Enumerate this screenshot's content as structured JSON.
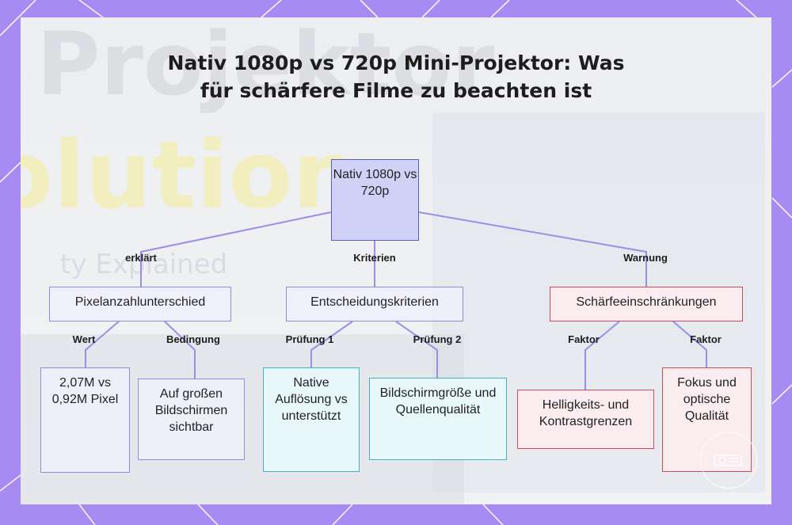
{
  "title": "Nativ 1080p vs 720p Mini-Projektor: Was für schärfere Filme zu beachten ist",
  "background_watermark": [
    "Projektor",
    "olution",
    "ty Explained"
  ],
  "colors": {
    "frame": "#a78bf2",
    "root_fill": "#cfd2f6",
    "purple_border": "#8a90d8",
    "cyan_border": "#3fb2c4",
    "red_border": "#cc4c55",
    "connector": "#9f8ce8"
  },
  "diagram": {
    "root": {
      "text": "Nativ 1080p vs 720p"
    },
    "branches": [
      {
        "edge_label": "erklärt",
        "node": "Pixelanzahlunterschied",
        "children": [
          {
            "edge_label": "Wert",
            "node": "2,07M vs 0,92M Pixel"
          },
          {
            "edge_label": "Bedingung",
            "node": "Auf großen Bildschirmen sichtbar"
          }
        ]
      },
      {
        "edge_label": "Kriterien",
        "node": "Entscheidungskriterien",
        "children": [
          {
            "edge_label": "Prüfung 1",
            "node": "Native Auflösung vs unterstützt"
          },
          {
            "edge_label": "Prüfung 2",
            "node": "Bildschirmgröße und Quellenqualität"
          }
        ]
      },
      {
        "edge_label": "Warnung",
        "node": "Schärfeeinschränkungen",
        "children": [
          {
            "edge_label": "Faktor",
            "node": "Helligkeits- und Kontrastgrenzen"
          },
          {
            "edge_label": "Faktor",
            "node": "Fokus und optische Qualität"
          }
        ]
      }
    ]
  }
}
